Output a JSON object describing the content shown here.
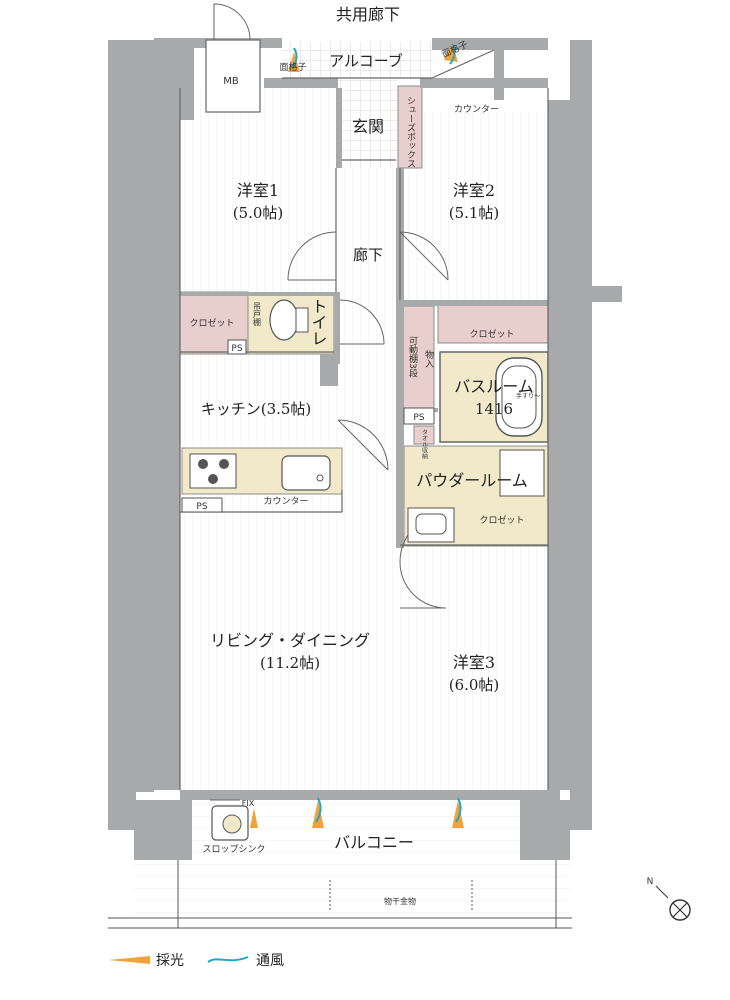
{
  "labels": {
    "common_corridor": "共用廊下",
    "alcove": "アルコーブ",
    "mb": "MB",
    "grille_left": "面格子",
    "grille_right": "面格子",
    "counter_top": "カウンター",
    "entrance": "玄関",
    "shoe_box": "シューズボックス",
    "room1_name": "洋室1",
    "room1_size": "(5.0帖)",
    "room2_name": "洋室2",
    "room2_size": "(5.1帖)",
    "hallway": "廊下",
    "closet_left": "クロゼット",
    "closet_right": "クロゼット",
    "closet_powder": "クロゼット",
    "ps_1": "PS",
    "ps_2": "PS",
    "ps_3": "PS",
    "toilet": "トイレ",
    "toilet_shelf": "吊戸棚",
    "storage": "物入",
    "storage_shelf": "可動棚3段",
    "bath_name": "バスルーム",
    "bath_size": "1416",
    "bath_note": "手すり〜",
    "towel_storage": "タオル収納",
    "kitchen": "キッチン(3.5帖)",
    "counter_kitchen": "カウンター",
    "powder": "パウダールーム",
    "living_name": "リビング・ダイニング",
    "living_size": "(11.2帖)",
    "room3_name": "洋室3",
    "room3_size": "(6.0帖)",
    "fix": "FIX",
    "slop_sink": "スロップシンク",
    "balcony": "バルコニー",
    "drying_hardware": "物干金物",
    "north": "N"
  },
  "legend": {
    "light": "採光",
    "ventilation": "通風"
  },
  "colors": {
    "wall": "#a7a9ab",
    "floor_lines": "#ececec",
    "closet": "#e8cfcd",
    "wet_area": "#f1e9c9",
    "light_arrow": "#f2a23a",
    "wind_arrow": "#1fa8c4"
  }
}
